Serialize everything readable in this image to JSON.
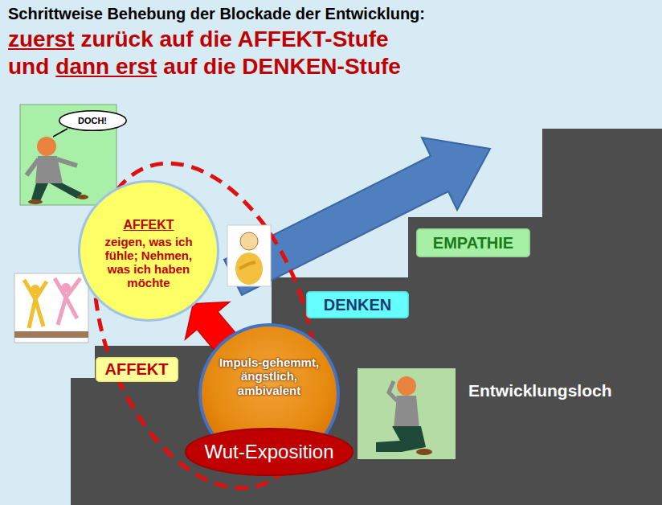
{
  "diagram": {
    "title": "Schrittweise Behebung der Blockade der Entwicklung:",
    "nodes": [
      {
        "text": [
          "DOCH!"
        ]
      },
      {
        "text": [
          "AFFEKT",
          "zeigen, was ich fühle; Nehmen, was ich haben möchte"
        ]
      },
      {
        "text": [
          "EMPATHIE"
        ]
      },
      {
        "text": [
          "DENKEN"
        ]
      },
      {
        "text": [
          "AFFEKT"
        ]
      },
      {
        "text": [
          "Impuls-gehemmt, ängstlich, ambivalent"
        ]
      },
      {
        "text": [
          "Wut-Exposition"
        ]
      }
    ],
    "edges": [
      {
        "from": 5,
        "to": 1,
        "arrow": "to"
      }
    ],
    "labels": [
      "zuerst",
      "zurück auf die AFFEKT-Stufe",
      "und",
      "dann erst",
      "auf die DENKEN-Stufe",
      "Entwicklungsloch"
    ]
  }
}
